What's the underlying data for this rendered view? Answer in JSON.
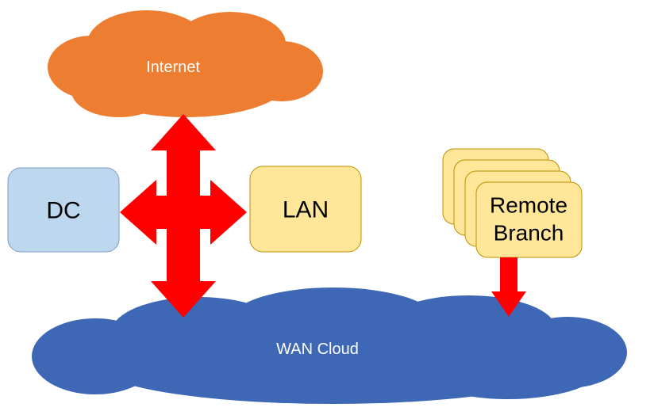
{
  "diagram": {
    "background": "#FFFFFF",
    "nodes": {
      "internet": {
        "label": "Internet",
        "fill": "#ED7D31",
        "text_color": "#FFFFFF",
        "shape": "cloud"
      },
      "wan_cloud": {
        "label": "WAN Cloud",
        "fill": "#3E68B5",
        "text_color": "#FFFFFF",
        "shape": "cloud"
      },
      "dc": {
        "label": "DC",
        "fill": "#BDD7EE",
        "border": "#7F9DC3",
        "text_color": "#000000",
        "shape": "rounded-rectangle"
      },
      "lan": {
        "label": "LAN",
        "fill": "#FFE699",
        "border": "#BF9000",
        "text_color": "#000000",
        "shape": "rounded-rectangle"
      },
      "remote_branch": {
        "label": "Remote Branch",
        "label_lines": [
          "Remote",
          "Branch"
        ],
        "fill": "#FFE699",
        "border": "#BF9000",
        "text_color": "#000000",
        "shape": "stacked-rounded-rectangles",
        "stack_count": 4
      }
    },
    "connectors": {
      "four_way_arrow": {
        "color": "#FF0000",
        "type": "quad-arrow",
        "connects": [
          "Internet",
          "DC",
          "LAN",
          "WAN Cloud"
        ]
      },
      "branch_arrow": {
        "color": "#FF0000",
        "type": "down-arrow",
        "connects": [
          "Remote Branch",
          "WAN Cloud"
        ]
      }
    }
  }
}
